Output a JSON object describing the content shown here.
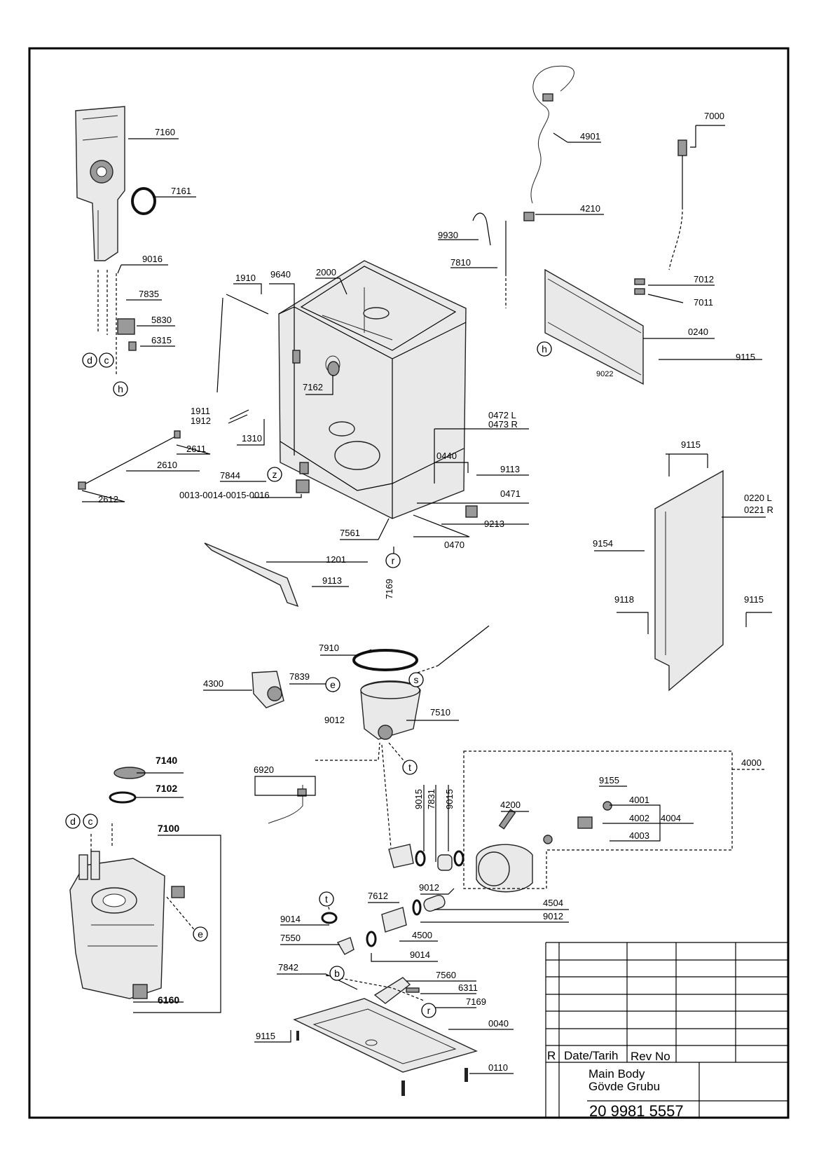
{
  "title_block": {
    "rev_header": "R",
    "date_header": "Date/Tarih",
    "revno_header": "Rev No",
    "title_en": "Main Body",
    "title_tr": "Gövde Grubu",
    "doc_number": "20 9981 5557"
  },
  "labels": {
    "p7160": "7160",
    "p7161": "7161",
    "p9016": "9016",
    "p7835": "7835",
    "p5830": "5830",
    "p6315": "6315",
    "p4901": "4901",
    "p7000": "7000",
    "p4210": "4210",
    "p9930": "9930",
    "p7810": "7810",
    "p7012": "7012",
    "p7011": "7011",
    "p0240": "0240",
    "p9115a": "9115",
    "p9022": "9022",
    "p1910": "1910",
    "p9640": "9640",
    "p2000": "2000",
    "p7162": "7162",
    "p1911": "1911",
    "p1912": "1912",
    "p1310": "1310",
    "p2611": "2611",
    "p2610": "2610",
    "p2612": "2612",
    "p7844": "7844",
    "p0013": "0013-0014-0015-0016",
    "p0472": "0472 L",
    "p0473": "0473 R",
    "p0440": "0440",
    "p9113a": "9113",
    "p0471": "0471",
    "p9213": "9213",
    "p7561": "7561",
    "p0470": "0470",
    "p1201": "1201",
    "p9113b": "9113",
    "p7169a": "7169",
    "p9115b": "9115",
    "p0220": "0220 L",
    "p0221": "0221 R",
    "p9154": "9154",
    "p9118": "9118",
    "p9115c": "9115",
    "p7910": "7910",
    "p4300": "4300",
    "p7839": "7839",
    "p9012a": "9012",
    "p7510": "7510",
    "p7140": "7140",
    "p7102": "7102",
    "p6920": "6920",
    "p7100": "7100",
    "p6160": "6160",
    "p4000": "4000",
    "p9155": "9155",
    "p4001": "4001",
    "p4002": "4002",
    "p4004": "4004",
    "p4003": "4003",
    "p4200": "4200",
    "p9015a": "9015",
    "p7831": "7831",
    "p9015b": "9015",
    "p9012b": "9012",
    "p4504": "4504",
    "p9012c": "9012",
    "p7612": "7612",
    "p9014a": "9014",
    "p7550": "7550",
    "p4500": "4500",
    "p9014b": "9014",
    "p7842": "7842",
    "p7560": "7560",
    "p6311": "6311",
    "p7169b": "7169",
    "p0040": "0040",
    "p9115d": "9115",
    "p0110": "0110"
  },
  "callouts": {
    "d1": "d",
    "c1": "c",
    "h1": "h",
    "h2": "h",
    "z": "z",
    "r1": "r",
    "e1": "e",
    "s": "s",
    "t1": "t",
    "d2": "d",
    "c2": "c",
    "e2": "e",
    "t2": "t",
    "b": "b",
    "r2": "r"
  }
}
